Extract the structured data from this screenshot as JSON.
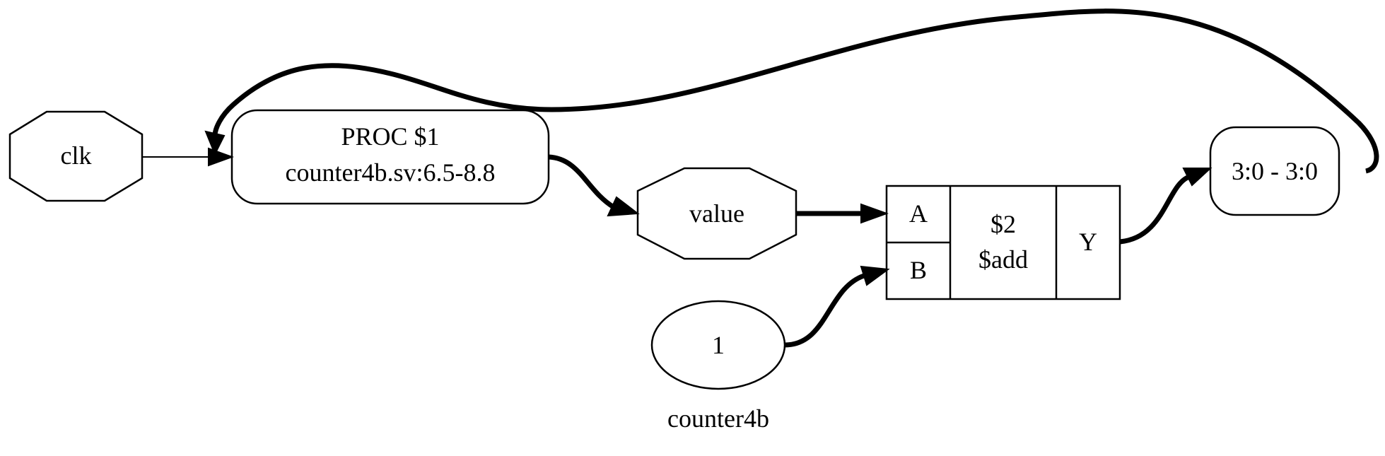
{
  "diagram": {
    "caption": "counter4b",
    "nodes": {
      "clk": {
        "label": "clk",
        "shape": "octagon"
      },
      "proc": {
        "line1": "PROC $1",
        "line2": "counter4b.sv:6.5-8.8",
        "shape": "rounded-rect"
      },
      "value": {
        "label": "value",
        "shape": "octagon"
      },
      "const": {
        "label": "1",
        "shape": "ellipse"
      },
      "add": {
        "port_a": "A",
        "port_b": "B",
        "id": "$2",
        "type": "$add",
        "port_y": "Y",
        "shape": "record"
      },
      "slice": {
        "label": "3:0 - 3:0",
        "shape": "rounded-rect"
      }
    },
    "edges": [
      {
        "from": "clk",
        "to": "proc",
        "width": "single"
      },
      {
        "from": "proc",
        "to": "value",
        "width": "bus"
      },
      {
        "from": "value",
        "to": "add.A",
        "width": "bus"
      },
      {
        "from": "const",
        "to": "add.B",
        "width": "bus"
      },
      {
        "from": "add.Y",
        "to": "slice",
        "width": "bus"
      },
      {
        "from": "slice",
        "to": "proc",
        "width": "bus"
      }
    ]
  }
}
